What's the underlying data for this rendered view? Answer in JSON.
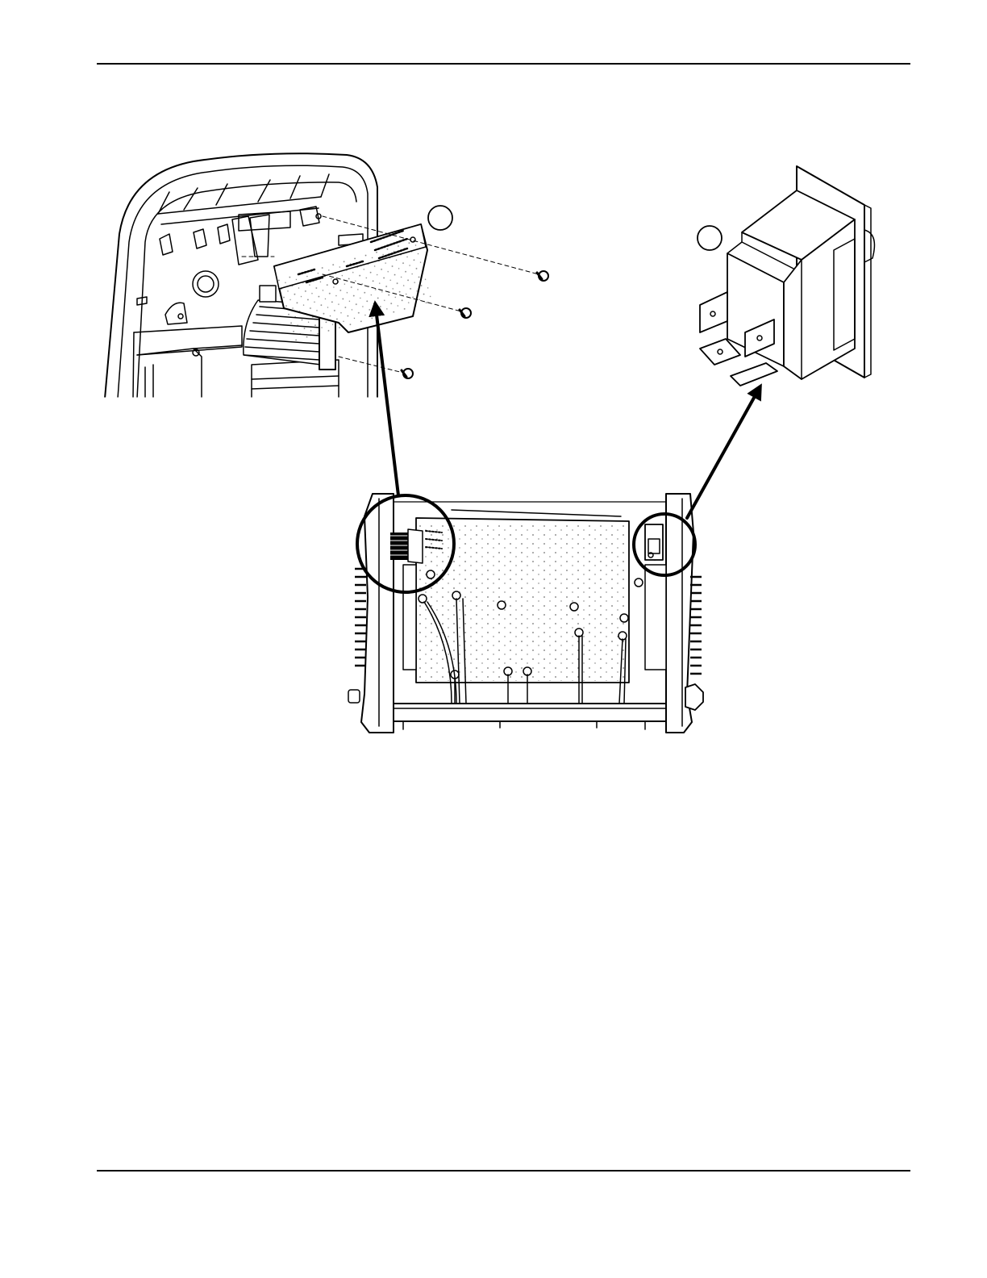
{
  "page": {
    "background": "#ffffff",
    "ink": "#000000"
  },
  "figure": {
    "callouts": [
      {
        "name": "callout-circle-board",
        "label": ""
      },
      {
        "name": "callout-circle-switch",
        "label": ""
      }
    ],
    "parts": [
      "front-panel-housing",
      "control-pcb",
      "mounting-screws",
      "ribbon-cable",
      "power-switch",
      "chassis-overview"
    ]
  }
}
